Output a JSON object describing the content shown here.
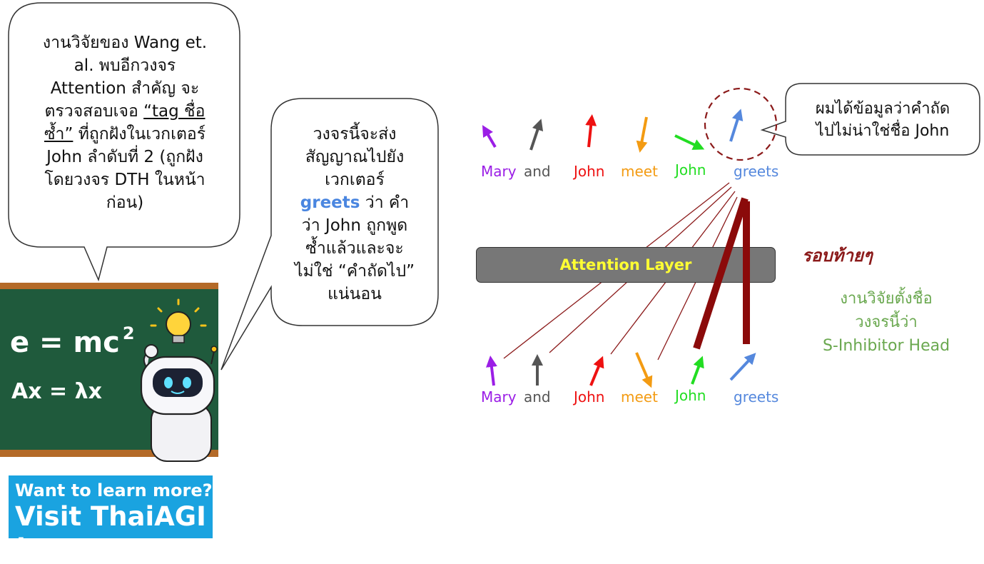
{
  "bubble_left": {
    "line1": "งานวิจัยของ Wang et.",
    "line2": "al. พบอีกวงจร",
    "line3": "Attention สำคัญ จะ",
    "line4a": "ตรวจสอบเจอ ",
    "line4b": "“tag ชื่อ",
    "line5a": "ซ้ำ”",
    "line5b": " ที่ถูกฝังในเวกเตอร์",
    "line6": "John ลำดับที่ 2 (ถูกฝัง",
    "line7": "โดยวงจร DTH ในหน้า",
    "line8": "ก่อน)"
  },
  "bubble_mid": {
    "line1": "วงจรนี้จะส่ง",
    "line2": "สัญญาณไปยัง",
    "line3": "เวกเตอร์",
    "line4_bold": "greets",
    "line4_rest": " ว่า คำ",
    "line5": "ว่า John ถูกพูด",
    "line6": "ซ้ำแล้วและจะ",
    "line7": "ไม่ใช่ “คำถัดไป”",
    "line8": "แน่นอน"
  },
  "bubble_right": {
    "line1": "ผมได้ข้อมูลว่าคำถัด",
    "line2": "ไปไม่น่าใช่ชื่อ John"
  },
  "top_tokens": [
    "Mary",
    "and",
    "John",
    "meet",
    "John",
    "greets"
  ],
  "bottom_tokens": [
    "Mary",
    "and",
    "John",
    "meet",
    "John",
    "greets"
  ],
  "token_colors": [
    "#9b1ee6",
    "#555555",
    "#ee1111",
    "#f39b12",
    "#22dd22",
    "#5588dd"
  ],
  "layer_label": "Attention Layer",
  "side_label": "รอบท้ายๆ",
  "research_note": {
    "line1": "งานวิจัยตั้งชื่อ",
    "line2": "วงจรนี้ว่า",
    "line3": "S-Inhibitor Head"
  },
  "board": {
    "eq1": "e = mc",
    "eq1_sup": "2",
    "eq2": "Ax = λx"
  },
  "ad": {
    "line1": "Want to learn more?",
    "line2": "Visit ThaiAGI !"
  },
  "icons": [
    "robot-icon",
    "lightbulb-icon",
    "arrow-icon"
  ]
}
